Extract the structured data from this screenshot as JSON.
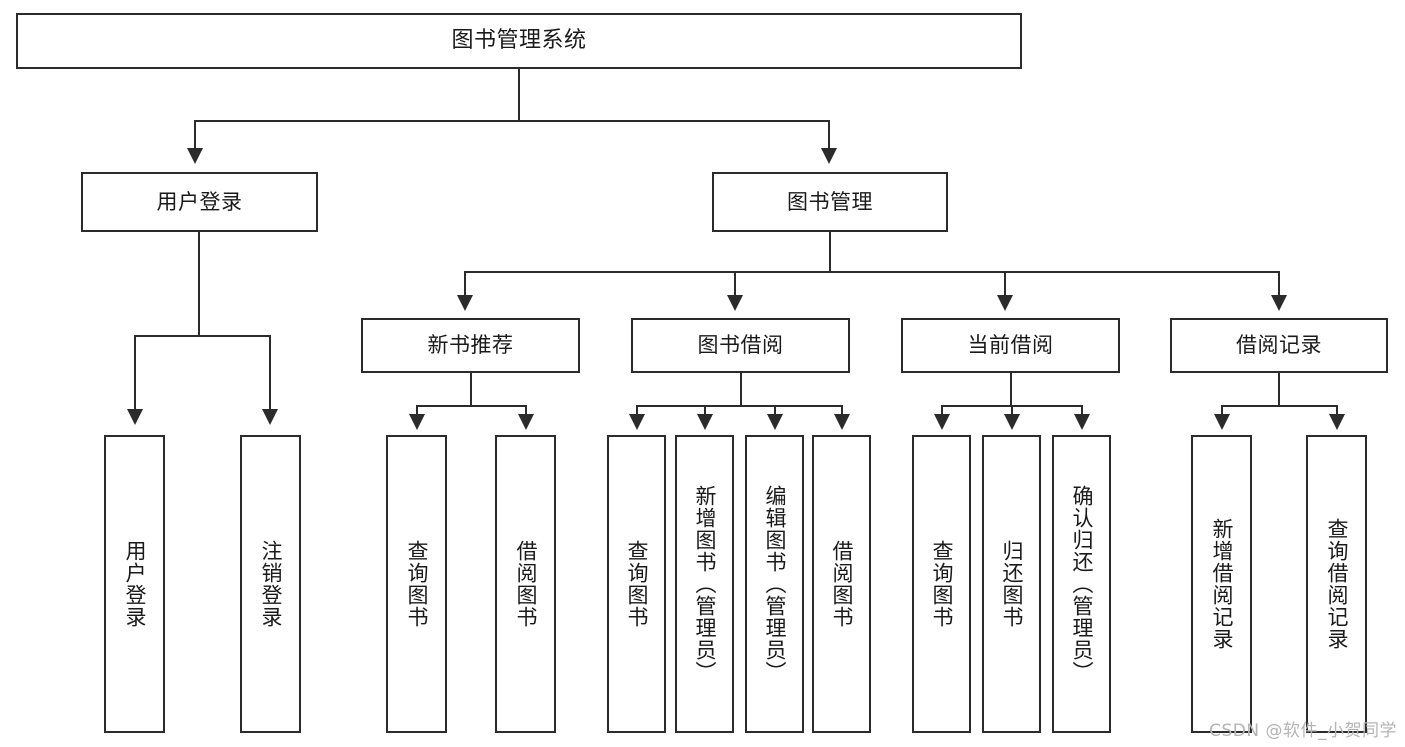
{
  "diagram": {
    "title": "图书管理系统",
    "type": "tree",
    "root": {
      "label": "图书管理系统"
    },
    "level2": [
      {
        "label": "用户登录"
      },
      {
        "label": "图书管理"
      }
    ],
    "level3": [
      {
        "label": "新书推荐"
      },
      {
        "label": "图书借阅"
      },
      {
        "label": "当前借阅"
      },
      {
        "label": "借阅记录"
      }
    ],
    "leaves": {
      "user_login": [
        {
          "label": "用户登录"
        },
        {
          "label": "注销登录"
        }
      ],
      "new_book_recommend": [
        {
          "label": "查询图书"
        },
        {
          "label": "借阅图书"
        }
      ],
      "book_borrow": [
        {
          "label": "查询图书"
        },
        {
          "label": "新增图书（管理员）"
        },
        {
          "label": "编辑图书（管理员）"
        },
        {
          "label": "借阅图书"
        }
      ],
      "current_borrow": [
        {
          "label": "查询图书"
        },
        {
          "label": "归还图书"
        },
        {
          "label": "确认归还（管理员）"
        }
      ],
      "borrow_record": [
        {
          "label": "新增借阅记录"
        },
        {
          "label": "查询借阅记录"
        }
      ]
    }
  },
  "watermark": {
    "text": "CSDN @软件_小贺同学"
  },
  "colors": {
    "stroke": "#2b2b2b",
    "background": "#ffffff",
    "text": "#1a1a1a",
    "watermark": "#b4b4b4"
  }
}
